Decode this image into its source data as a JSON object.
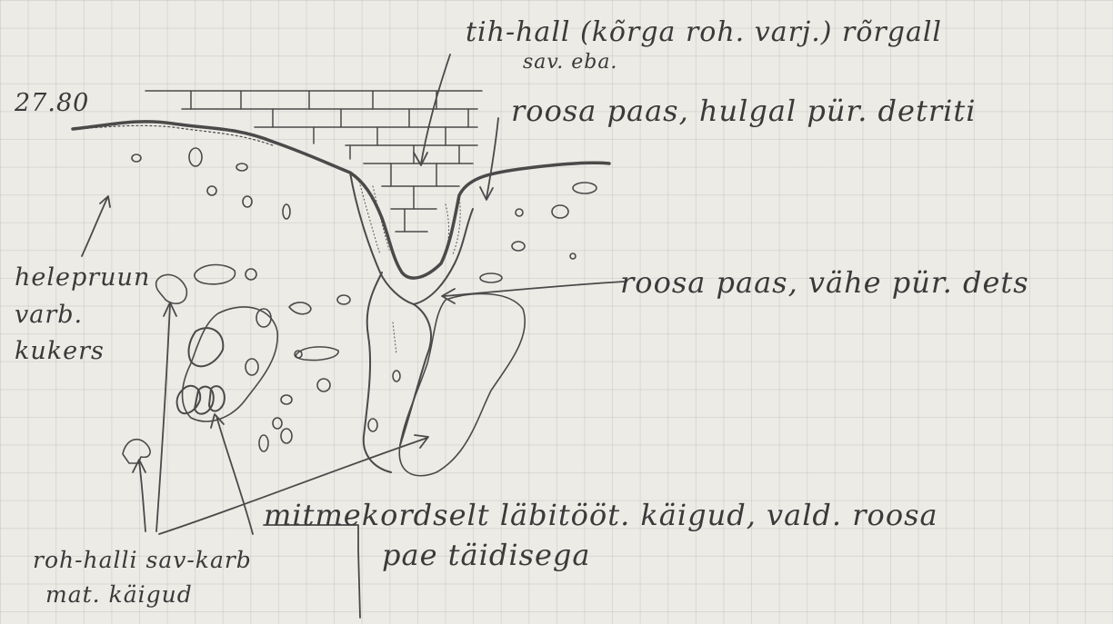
{
  "depth_label": "27.80",
  "annotations": {
    "top_line1": "tih-hall (kõrga roh. varj.) rõrgall",
    "top_line2": "sav. eba.",
    "top_line3": "roosa paas, hulgal pür. detriti",
    "left_line1": "helepruun",
    "left_line2": "varb.",
    "left_line3": "kukers",
    "right": "roosa paas, vähe pür. dets",
    "bottom_line1": "mitmekordselt läbitööt. käigud, vald. roosa",
    "bottom_line2": "pae täidisega",
    "bottom_left_line1": "roh-halli sav-karb",
    "bottom_left_line2": "mat. käigud"
  },
  "colors": {
    "paper": "#ecebe6",
    "grid": "#c9c8c2",
    "pencil": "#3a3a3a"
  }
}
